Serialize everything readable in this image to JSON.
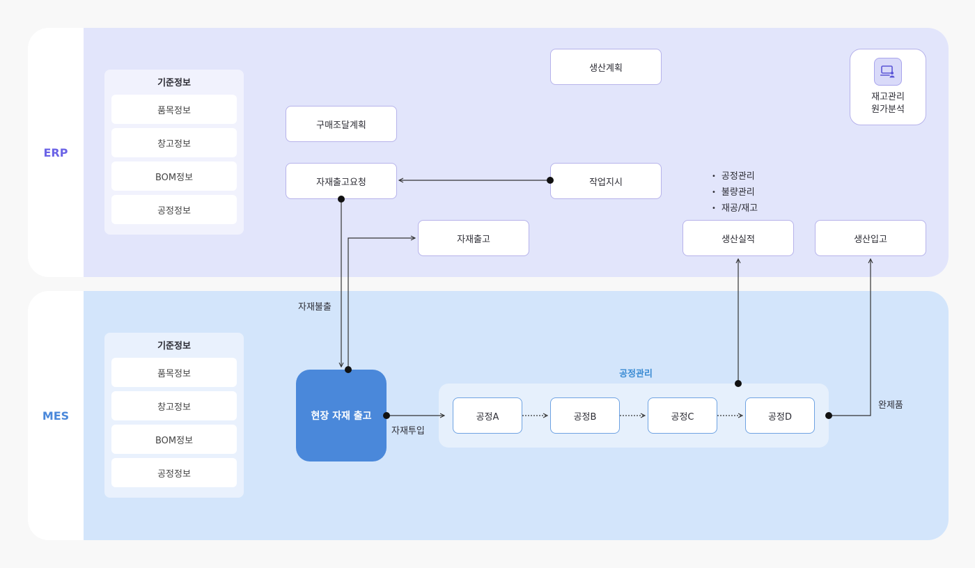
{
  "erp": {
    "label": "ERP",
    "master": {
      "title": "기준정보",
      "items": [
        "품목정보",
        "창고정보",
        "BOM정보",
        "공정정보"
      ]
    },
    "purchase_plan": "구매조달계획",
    "production_plan": "생산계획",
    "material_request": "자재출고요청",
    "work_order": "작업지시",
    "material_issue": "자재출고",
    "inventory": {
      "line1": "재고관리",
      "line2": "원가분석",
      "icon": "laptop-user-icon"
    },
    "production_result": "생산실적",
    "production_receipt": "생산입고",
    "result_bullets": [
      "공정관리",
      "불량관리",
      "재공/재고"
    ]
  },
  "mes": {
    "label": "MES",
    "master": {
      "title": "기준정보",
      "items": [
        "품목정보",
        "창고정보",
        "BOM정보",
        "공정정보"
      ]
    },
    "floor_issue": "현장 자재 출고",
    "process_group_title": "공정관리",
    "processes": [
      "공정A",
      "공정B",
      "공정C",
      "공정D"
    ]
  },
  "edges": {
    "material_release": "자재불출",
    "material_input": "자재투입",
    "finished_goods": "완제품"
  },
  "colors": {
    "erp_accent": "#6b63e6",
    "mes_accent": "#4a88da",
    "erp_bg": "#e2e5fb",
    "mes_bg": "#d3e5fb",
    "process_title": "#3a8bd3"
  }
}
